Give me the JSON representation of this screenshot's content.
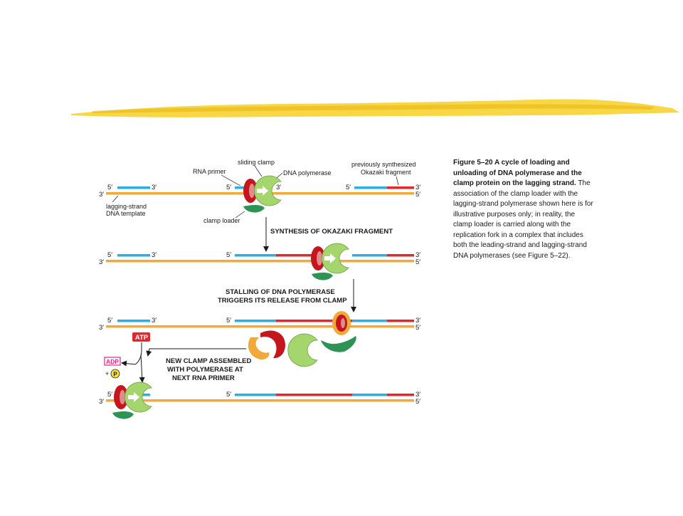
{
  "colors": {
    "template": "#f2a93b",
    "primer": "#29aee6",
    "okazaki": "#e0282e",
    "clamp": "#c4161c",
    "polymerase": "#a5d66e",
    "clamp_loader": "#2e9455",
    "highlighter": "#f7d230",
    "atp": "#e0282e",
    "adp": "#e8208c",
    "phosphate": "#f7e038"
  },
  "figure": {
    "title_bold": "Figure 5–20 A cycle of loading and unloading of DNA polymerase and the clamp protein on the lagging strand.",
    "body": "The association of the clamp loader with the lagging-strand polymerase shown here is for illustrative purposes only; in reality, the clamp loader is carried along with the replication fork in a complex that includes both the leading-strand and lagging-strand DNA polymerases (see Figure 5–22)."
  },
  "labels": {
    "sliding_clamp": "sliding clamp",
    "rna_primer": "RNA primer",
    "dna_polymerase": "DNA polymerase",
    "previously_synthesized": "previously synthesized",
    "okazaki_fragment": "Okazaki fragment",
    "lagging_strand": "lagging-strand",
    "dna_template": "DNA template",
    "clamp_loader": "clamp loader"
  },
  "steps": {
    "synthesis": "SYNTHESIS OF OKAZAKI FRAGMENT",
    "stalling_1": "STALLING OF DNA POLYMERASE",
    "stalling_2": "TRIGGERS ITS RELEASE FROM CLAMP",
    "new_clamp_1": "NEW CLAMP ASSEMBLED",
    "new_clamp_2": "WITH POLYMERASE AT",
    "new_clamp_3": "NEXT RNA PRIMER"
  },
  "molecules": {
    "atp": "ATP",
    "adp": "ADP",
    "phosphate": "P",
    "plus": "+"
  },
  "ends": {
    "five": "5′",
    "three": "3′"
  }
}
